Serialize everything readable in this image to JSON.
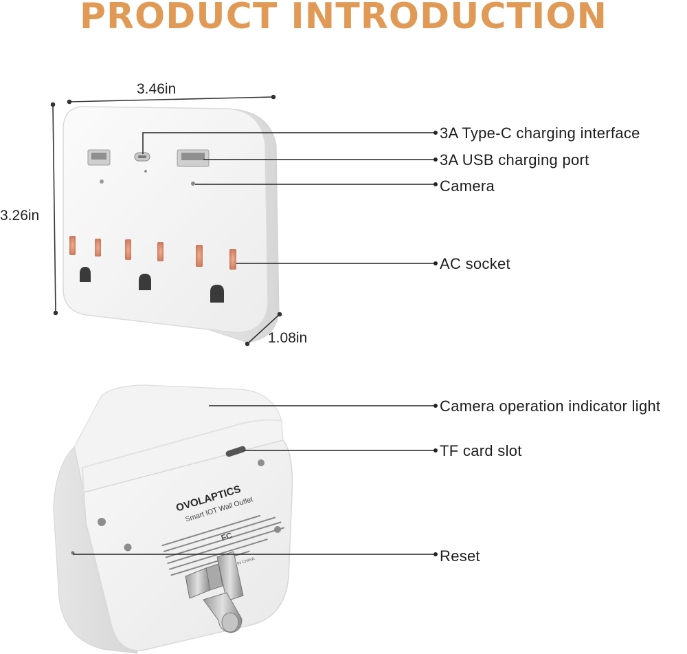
{
  "title": "PRODUCT INTRODUCTION",
  "dimensions": {
    "width": "3.46in",
    "height": "3.26in",
    "depth": "1.08in"
  },
  "callouts": {
    "type_c": "3A Type-C charging interface",
    "usb": "3A USB charging port",
    "camera": "Camera",
    "ac_socket": "AC socket",
    "indicator": "Camera operation indicator light",
    "tf_slot": "TF card slot",
    "reset": "Reset"
  },
  "back_label": {
    "brand": "OVOLAPTICS",
    "product": "Smart IOT Wall Outlet",
    "made_in": "MADE IN CHINA",
    "fcc": "FC"
  },
  "colors": {
    "title": "#e19a55",
    "device_body": "#f2f2f2",
    "socket_glow": "#e8a27e"
  }
}
